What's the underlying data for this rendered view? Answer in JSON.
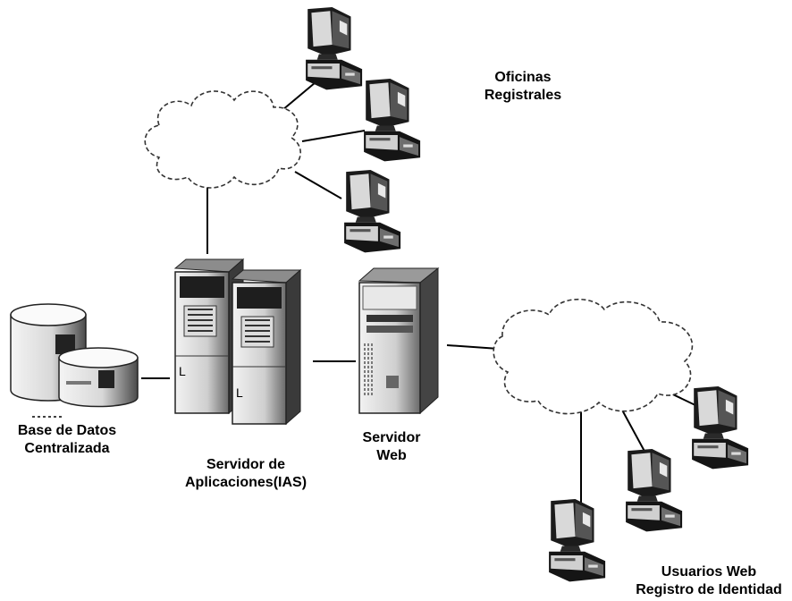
{
  "labels": {
    "offices": {
      "line1": "Oficinas",
      "line2": "Registrales"
    },
    "database": {
      "line1": "Base de Datos",
      "line2": "Centralizada"
    },
    "app_server": {
      "line1": "Servidor de",
      "line2": "Aplicaciones(IAS)"
    },
    "web_server": {
      "line1": "Servidor",
      "line2": "Web"
    },
    "web_users": {
      "line1": "Usuarios Web",
      "line2": "Registro de Identidad"
    }
  },
  "colors": {
    "ink": "#000000",
    "cloud": "#ffffff",
    "dark": "#1a1a1a",
    "mid": "#9a9a9a",
    "light": "#e6e6e6"
  }
}
